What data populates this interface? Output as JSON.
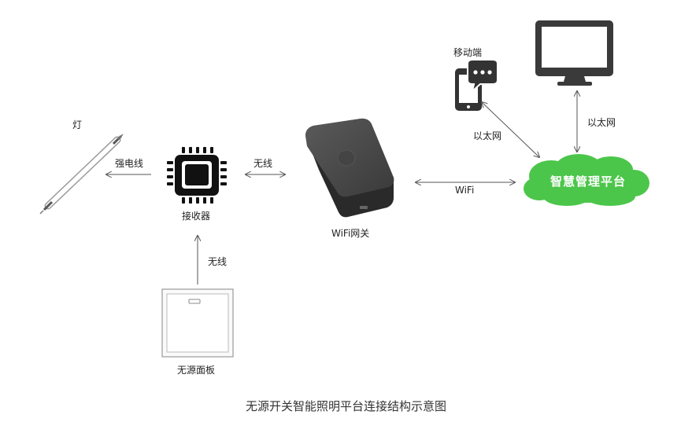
{
  "labels": {
    "lamp": "灯",
    "strong_wire": "强电线",
    "wireless_top": "无线",
    "receiver": "接收器",
    "wireless_left": "无线",
    "switch_panel": "无源面板",
    "gateway": "WiFi网关",
    "wifi": "WiFi",
    "platform": "智慧管理平台",
    "mobile": "移动端",
    "ethernet_mobile": "以太网",
    "ethernet_pc": "以太网"
  },
  "caption": "无源开关智能照明平台连接结构示意图",
  "colors": {
    "cloud": "#4cc64a",
    "device_dark": "#333333",
    "arrow": "#555555"
  },
  "icons": {
    "lamp": "tube-light-icon",
    "receiver": "chip-icon",
    "switch": "wall-switch-icon",
    "gateway": "router-box-icon",
    "platform": "cloud-icon",
    "mobile": "smartphone-chat-icon",
    "monitor": "desktop-monitor-icon"
  }
}
